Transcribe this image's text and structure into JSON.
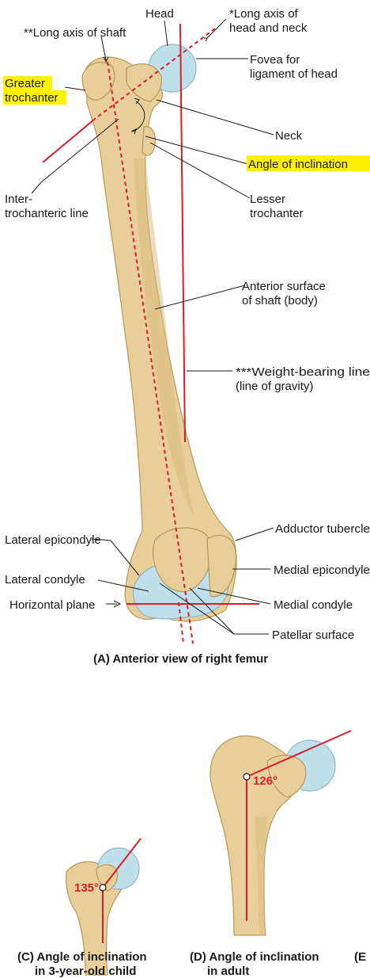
{
  "labels": {
    "head": "Head",
    "long_axis_head_neck_1": "*Long axis of",
    "long_axis_head_neck_2": "head and neck",
    "long_axis_shaft": "**Long axis of shaft",
    "fovea_1": "Fovea for",
    "fovea_2": "ligament of head",
    "greater_trochanter_1": "Greater",
    "greater_trochanter_2": "trochanter",
    "neck": "Neck",
    "angle_of_inclination": "Angle of inclination",
    "intertrochanteric_1": "Inter-",
    "intertrochanteric_2": "trochanteric line",
    "lesser_trochanter_1": "Lesser",
    "lesser_trochanter_2": "trochanter",
    "anterior_surface_1": "Anterior surface",
    "anterior_surface_2": "of shaft (body)",
    "weight_bearing_1": "***Weight-bearing line",
    "weight_bearing_2": "(line of gravity)",
    "adductor_tubercle": "Adductor tubercle",
    "lateral_epicondyle": "Lateral epicondyle",
    "medial_epicondyle": "Medial epicondyle",
    "lateral_condyle": "Lateral condyle",
    "medial_condyle": "Medial condyle",
    "horizontal_plane": "Horizontal plane",
    "patellar_surface": "Patellar surface"
  },
  "captions": {
    "a": "(A) Anterior view of right femur",
    "c_1": "(C) Angle of inclination",
    "c_2": "in 3-year-old child",
    "d_1": "(D) Angle of inclination",
    "d_2": "in adult",
    "e_partial": "(E"
  },
  "angles": {
    "child": "135°",
    "adult": "126°"
  },
  "colors": {
    "axis_line": "#d81e2a",
    "highlight": "#fff200",
    "bone": "#e8cf9a",
    "cartilage": "#bfe0ea"
  }
}
